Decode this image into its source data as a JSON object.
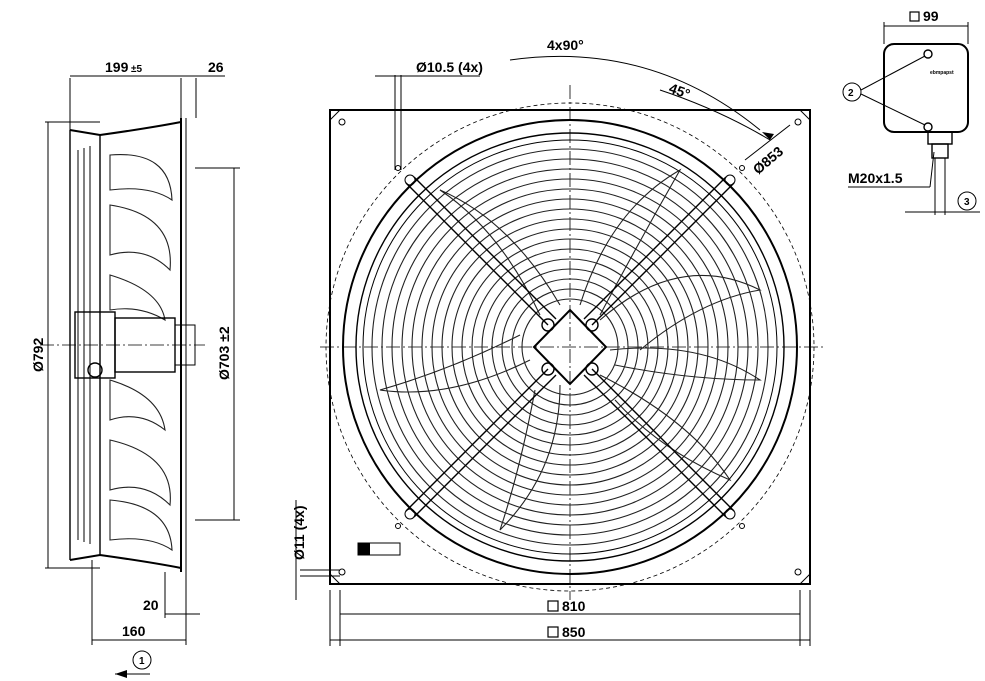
{
  "side_view": {
    "dim_depth": "199",
    "dim_depth_tol": "±5",
    "dim_flange": "26",
    "dim_outer_dia": "Ø792",
    "dim_inner_dia": "Ø703 ±2",
    "dim_rim": "20",
    "dim_bottom": "160",
    "airflow_marker": "1"
  },
  "front_view": {
    "dim_angle": "4x90°",
    "dim_hole": "Ø10.5 (4x)",
    "dim_angle_45": "45°",
    "dim_pcd": "Ø853",
    "dim_corner_hole": "Ø11 (4x)",
    "dim_inner_square": "810",
    "dim_outer_square": "850"
  },
  "terminal_box": {
    "dim_width": "99",
    "callout": "2",
    "dim_thread": "M20x1.5",
    "cable_marker": "3",
    "brand": "ebmpapst"
  }
}
